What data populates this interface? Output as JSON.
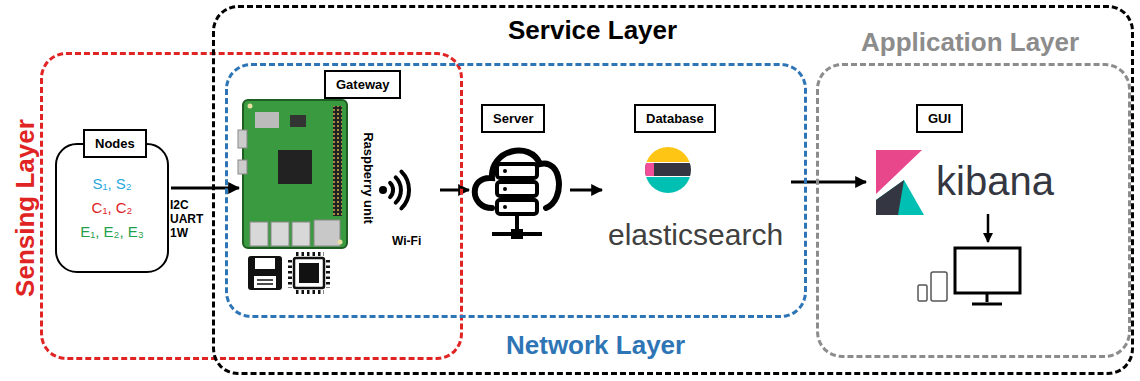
{
  "diagram": {
    "nodes": [
      {
        "text": [
          "Sensing Layer"
        ]
      },
      {
        "text": [
          "Service Layer"
        ]
      },
      {
        "text": [
          "Network Layer"
        ],
        "in": 1
      },
      {
        "text": [
          "Application Layer"
        ],
        "in": 1
      },
      {
        "text": [
          "Nodes",
          "S₁, S₂",
          "C₁, C₂",
          "E₁, E₂, E₃"
        ],
        "in": 0
      },
      {
        "text": [
          "Gateway",
          "Raspberry unit"
        ],
        "in": 2
      },
      {
        "text": [
          "Server"
        ],
        "in": 2
      },
      {
        "text": [
          "Database",
          "elasticsearch"
        ],
        "in": 2
      },
      {
        "text": [
          "GUI",
          "kibana"
        ],
        "in": 3
      }
    ],
    "edges": [
      {
        "from": 4,
        "to": 5,
        "arrow": "to",
        "label": "I2C UART 1W"
      },
      {
        "from": 5,
        "to": 6,
        "arrow": "to"
      },
      {
        "from": 6,
        "to": 7,
        "arrow": "to"
      },
      {
        "from": 7,
        "to": 8,
        "arrow": "to"
      }
    ],
    "labels": [
      "Wi-Fi"
    ]
  }
}
